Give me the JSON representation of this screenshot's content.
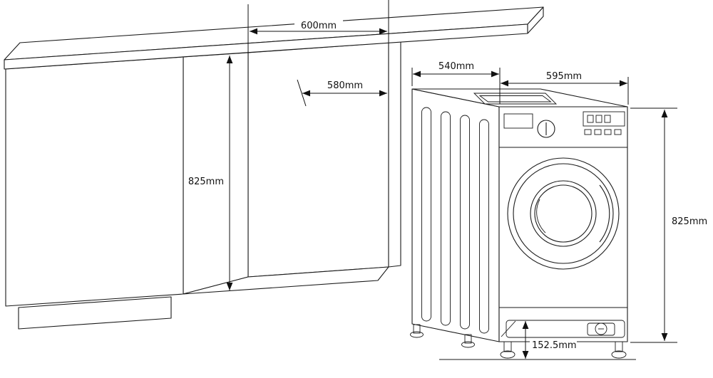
{
  "dimensions": {
    "recess_width": "600mm",
    "recess_depth": "580mm",
    "recess_height": "825mm",
    "machine_depth": "540mm",
    "machine_width": "595mm",
    "machine_height": "825mm",
    "base_height": "152.5mm"
  },
  "colors": {
    "line": "#1a1a1a",
    "background": "#ffffff"
  }
}
